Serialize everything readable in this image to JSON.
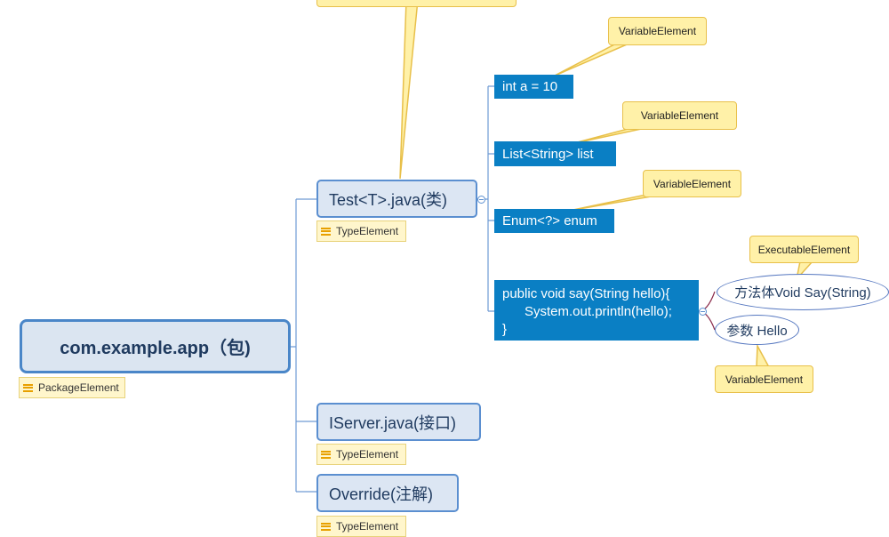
{
  "root": {
    "label": "com.example.app（包)",
    "tag": "PackageElement"
  },
  "branches": [
    {
      "label": "Test<T>.java(类)",
      "tag": "TypeElement"
    },
    {
      "label": "IServer.java(接口)",
      "tag": "TypeElement"
    },
    {
      "label": "Override(注解)",
      "tag": "TypeElement"
    }
  ],
  "members": {
    "field_a": {
      "label": "int a = 10",
      "callout": "VariableElement"
    },
    "field_list": {
      "label": "List<String> list",
      "callout": "VariableElement"
    },
    "field_enum": {
      "label": "Enum<?> enum",
      "callout": "VariableElement"
    },
    "method": {
      "lines": [
        "public void say(String hello){",
        "      System.out.println(hello);",
        "}"
      ],
      "body": "方法体Void Say(String)",
      "body_callout": "ExecutableElement",
      "param": "参数 Hello",
      "param_callout": "VariableElement"
    }
  },
  "colors": {
    "topic_border": "#5b8fd0",
    "leaf_fill": "#0a7fc4",
    "callout_fill": "#fff1a8",
    "tag_fill": "#fff6cc"
  }
}
